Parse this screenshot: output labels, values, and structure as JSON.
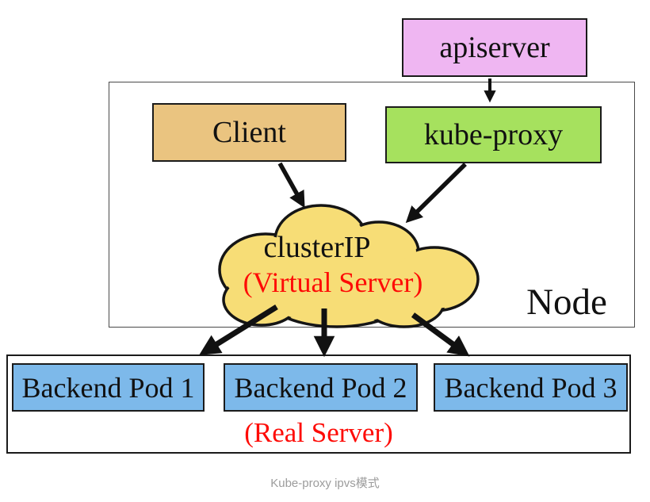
{
  "diagram": {
    "title_caption": "Kube-proxy ipvs模式",
    "apiserver": {
      "label": "apiserver"
    },
    "client": {
      "label": "Client"
    },
    "kube_proxy": {
      "label": "kube-proxy"
    },
    "cluster_ip": {
      "label": "clusterIP",
      "sublabel": "(Virtual Server)"
    },
    "node": {
      "label": "Node"
    },
    "pods": [
      {
        "label": "Backend Pod 1"
      },
      {
        "label": "Backend Pod 2"
      },
      {
        "label": "Backend Pod 3"
      }
    ],
    "real_server": {
      "label": "(Real Server)"
    },
    "edges": [
      {
        "from": "apiserver",
        "to": "kube-proxy"
      },
      {
        "from": "Client",
        "to": "clusterIP (Virtual Server)"
      },
      {
        "from": "kube-proxy",
        "to": "clusterIP (Virtual Server)"
      },
      {
        "from": "clusterIP (Virtual Server)",
        "to": "Backend Pod 1"
      },
      {
        "from": "clusterIP (Virtual Server)",
        "to": "Backend Pod 2"
      },
      {
        "from": "clusterIP (Virtual Server)",
        "to": "Backend Pod 3"
      }
    ],
    "colors": {
      "apiserver_fill": "#efb6f2",
      "client_fill": "#eac480",
      "kube_proxy_fill": "#a6e15e",
      "cloud_fill": "#f7dd76",
      "pod_fill": "#7db9ea",
      "accent_red": "#fe0b06",
      "arrow_black": "#111111",
      "caption_gray": "#9c9c9c"
    }
  }
}
